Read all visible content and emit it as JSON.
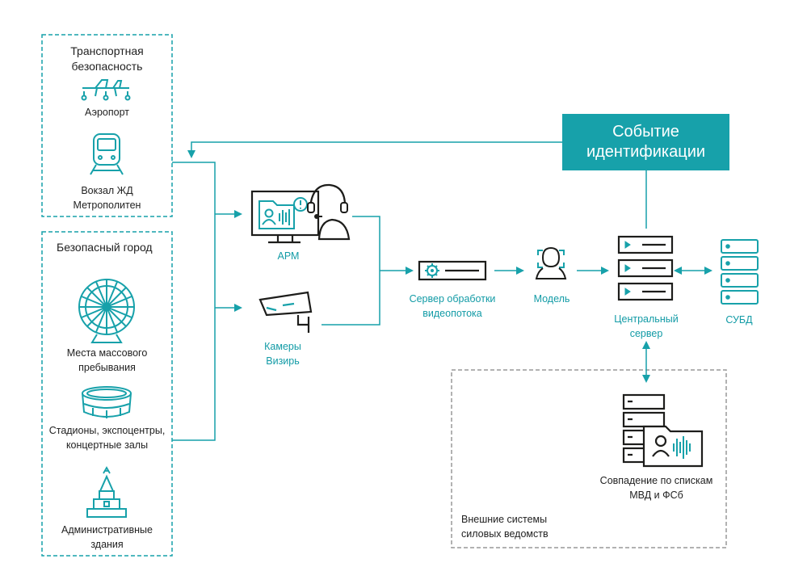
{
  "transport": {
    "title_line1": "Транспортная",
    "title_line2": "безопасность",
    "airport": "Аэропорт",
    "station_line1": "Вокзал ЖД",
    "station_line2": "Метрополитен"
  },
  "city": {
    "title": "Безопасный город",
    "mass_line1": "Места массового",
    "mass_line2": "пребывания",
    "stadium_line1": "Стадионы, экспоцентры,",
    "stadium_line2": "концертные залы",
    "admin_line1": "Административные",
    "admin_line2": "здания"
  },
  "event": {
    "line1": "Событие",
    "line2": "идентификации"
  },
  "nodes": {
    "arm": "АРМ",
    "cameras_line1": "Камеры",
    "cameras_line2": "Визирь",
    "server_line1": "Сервер обработки",
    "server_line2": "видеопотока",
    "model": "Модель",
    "central_line1": "Центральный",
    "central_line2": "сервер",
    "db": "СУБД"
  },
  "external": {
    "match_line1": "Совпадение по спискам",
    "match_line2": "МВД и ФСб",
    "title_line1": "Внешние системы",
    "title_line2": "силовых ведомств"
  },
  "colors": {
    "accent": "#17a1aa",
    "dark": "#1d1d1b",
    "dashed_gray": "#999999"
  }
}
